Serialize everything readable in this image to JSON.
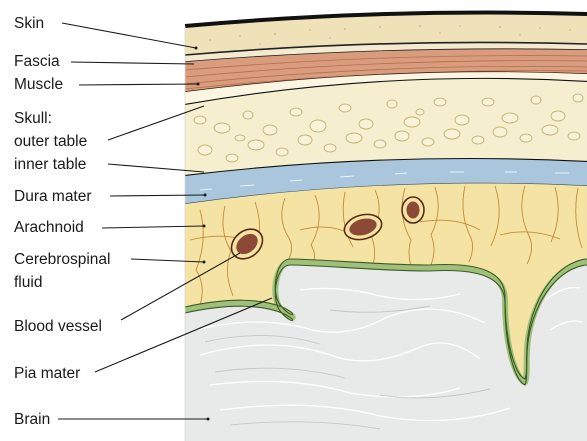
{
  "labels": {
    "skin": "Skin",
    "fascia": "Fascia",
    "muscle": "Muscle",
    "skull": "Skull:",
    "outer_table": "outer table",
    "inner_table": "inner table",
    "dura_mater": "Dura mater",
    "arachnoid": "Arachnoid",
    "csf_line1": "Cerebrospinal",
    "csf_line2": "fluid",
    "blood_vessel": "Blood vessel",
    "pia_mater": "Pia mater",
    "brain": "Brain"
  },
  "colors": {
    "skin": "#efe2b8",
    "muscle": "#d99c7c",
    "bone": "#f6efcf",
    "bone_pores": "#e6d8a4",
    "dura": "#a9c6dc",
    "arachnoid": "#f4e3a2",
    "arachnoid_fibers": "#c58a3a",
    "vessel": "#8c4a36",
    "pia": "#9fc07a",
    "brain": "#e8e9e9"
  }
}
